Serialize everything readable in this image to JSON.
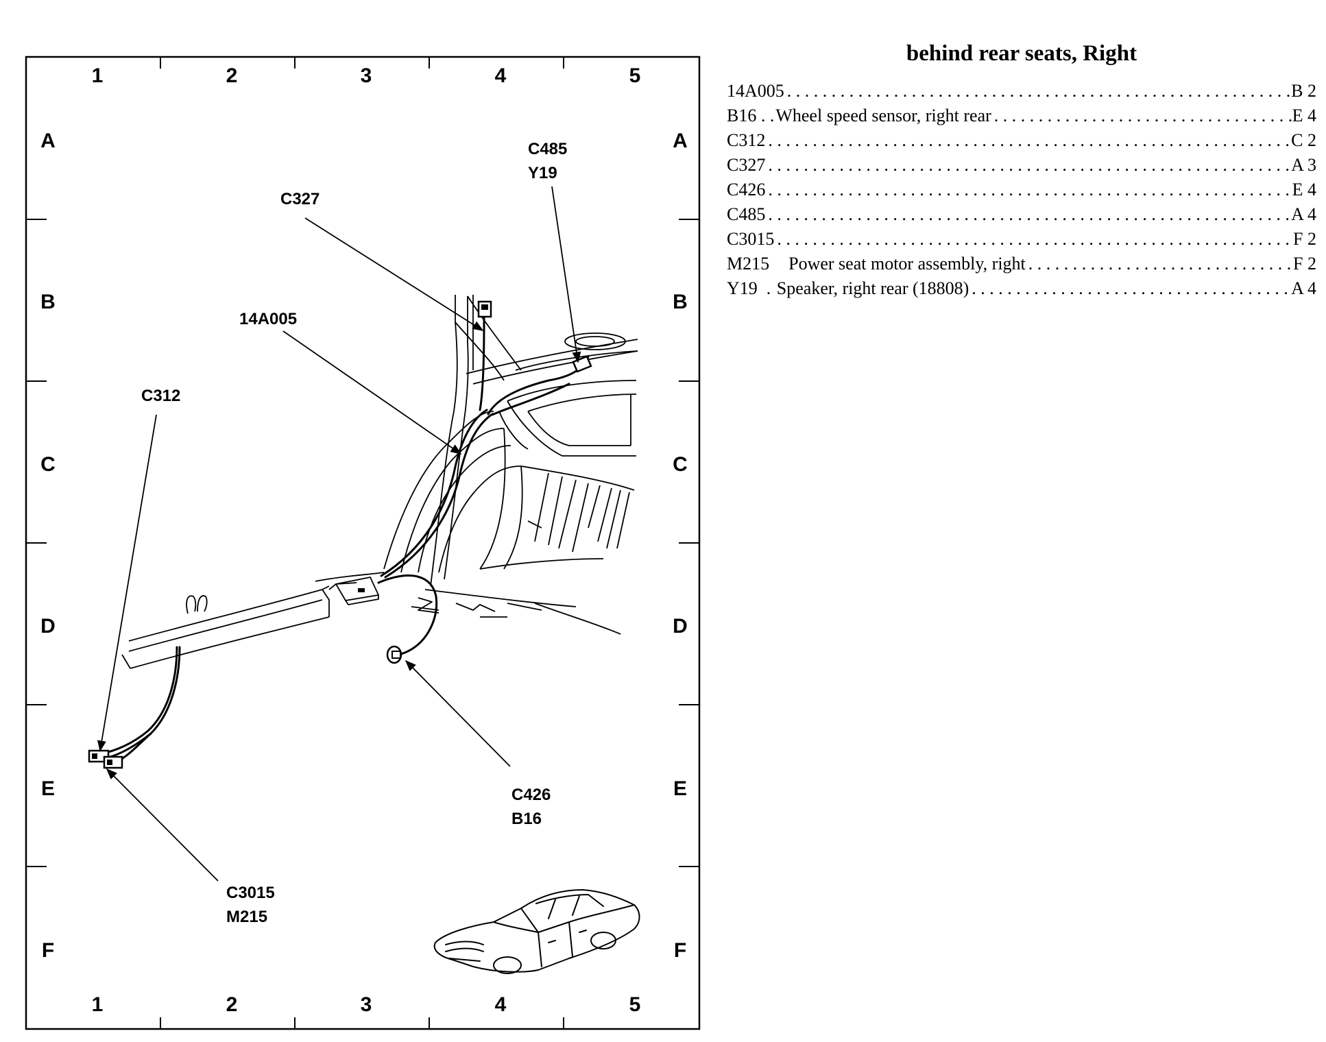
{
  "grid": {
    "columns": [
      "1",
      "2",
      "3",
      "4",
      "5"
    ],
    "rows": [
      "A",
      "B",
      "C",
      "D",
      "E",
      "F"
    ]
  },
  "callouts": {
    "c485": [
      "C485",
      "Y19"
    ],
    "c327": [
      "C327"
    ],
    "a14a005": [
      "14A005"
    ],
    "c312": [
      "C312"
    ],
    "c426": [
      "C426",
      "B16"
    ],
    "c3015": [
      "C3015",
      "M215"
    ]
  },
  "legend": {
    "title": "behind rear seats, Right",
    "entries": [
      {
        "code": "14A005",
        "description": "",
        "location": "B 2"
      },
      {
        "code": "B16",
        "description": "Wheel speed sensor, right rear",
        "location": "E 4"
      },
      {
        "code": "C312",
        "description": "",
        "location": "C 2"
      },
      {
        "code": "C327",
        "description": "",
        "location": "A 3"
      },
      {
        "code": "C426",
        "description": "",
        "location": "E 4"
      },
      {
        "code": "C485",
        "description": "",
        "location": "A 4"
      },
      {
        "code": "C3015",
        "description": "",
        "location": "F 2"
      },
      {
        "code": "M215",
        "description": "Power seat motor assembly, right",
        "location": "F 2"
      },
      {
        "code": "Y19",
        "description": "Speaker, right rear (18808)",
        "location": "A 4"
      }
    ]
  }
}
